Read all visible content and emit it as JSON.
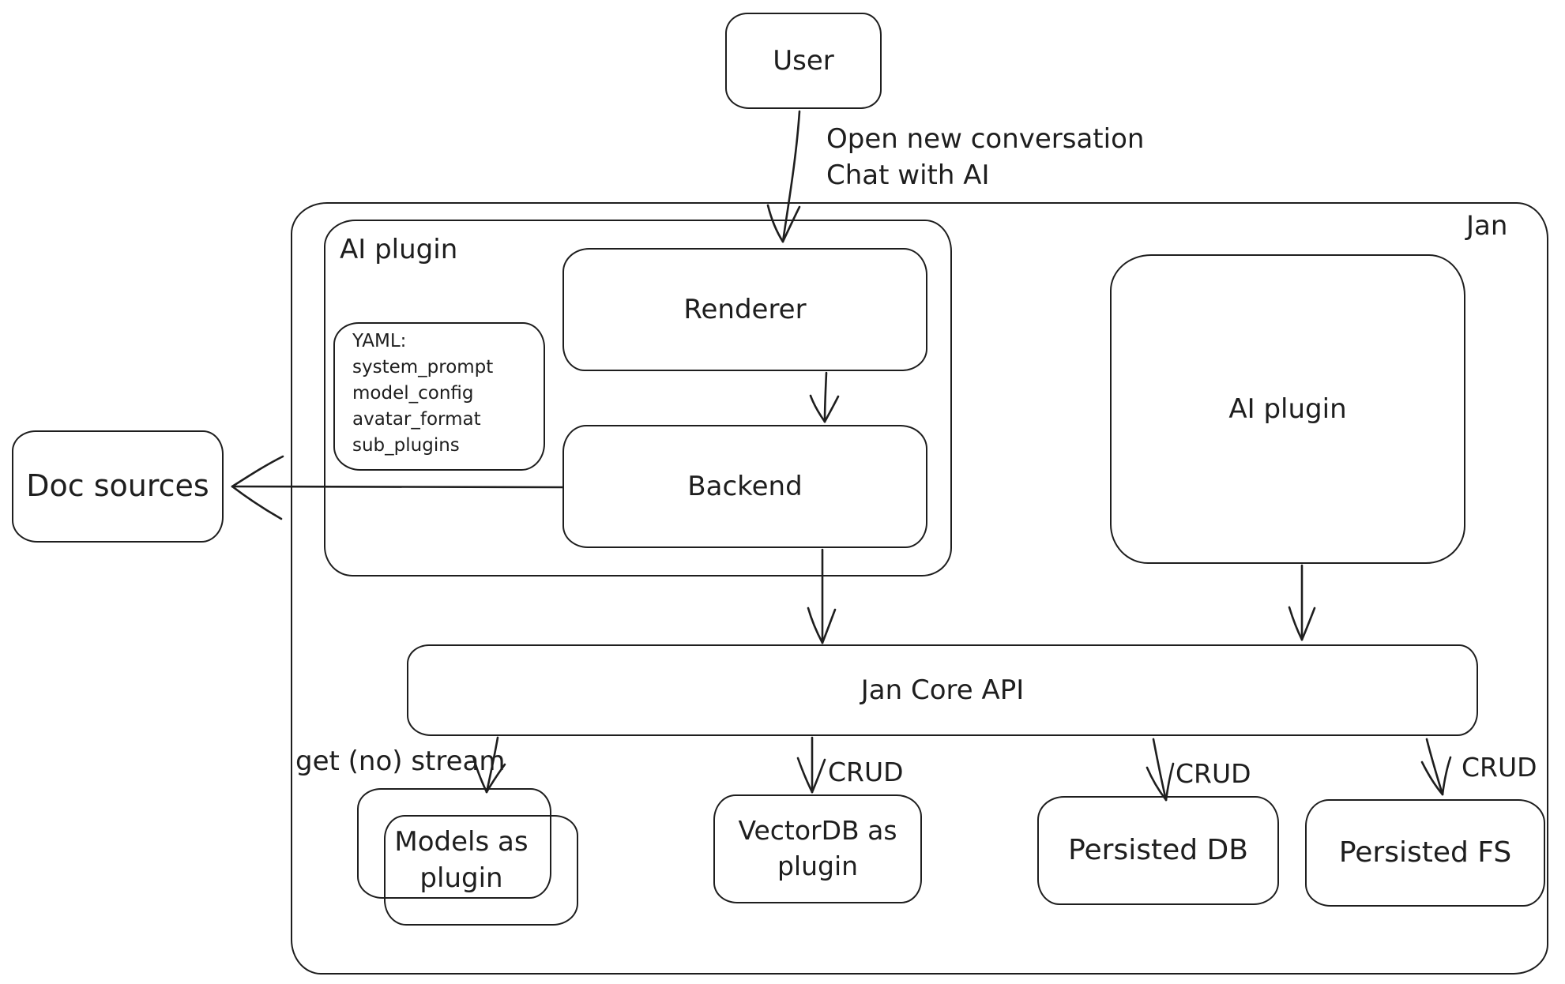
{
  "colors": {
    "stroke": "#1e1e1e",
    "background": "#ffffff"
  },
  "nodes": {
    "user": "User",
    "jan": "Jan",
    "ai_plugin_left": "AI plugin",
    "renderer": "Renderer",
    "backend": "Backend",
    "ai_plugin_right": "AI plugin",
    "doc_sources": "Doc sources",
    "jan_core_api": "Jan Core API",
    "models_as_plugin": "Models as plugin",
    "vectordb_as_plugin": "VectorDB as plugin",
    "persisted_db": "Persisted DB",
    "persisted_fs": "Persisted FS"
  },
  "yaml_note": {
    "lines": [
      "YAML:",
      "system_prompt",
      "model_config",
      "avatar_format",
      "sub_plugins"
    ]
  },
  "edges": {
    "user_to_renderer": {
      "label_line1": "Open new conversation",
      "label_line2": "Chat with AI"
    },
    "api_to_models": {
      "label": "get (no) stream"
    },
    "api_to_vectordb": {
      "label": "CRUD"
    },
    "api_to_persisted_db": {
      "label": "CRUD"
    },
    "api_to_persisted_fs": {
      "label": "CRUD"
    }
  }
}
